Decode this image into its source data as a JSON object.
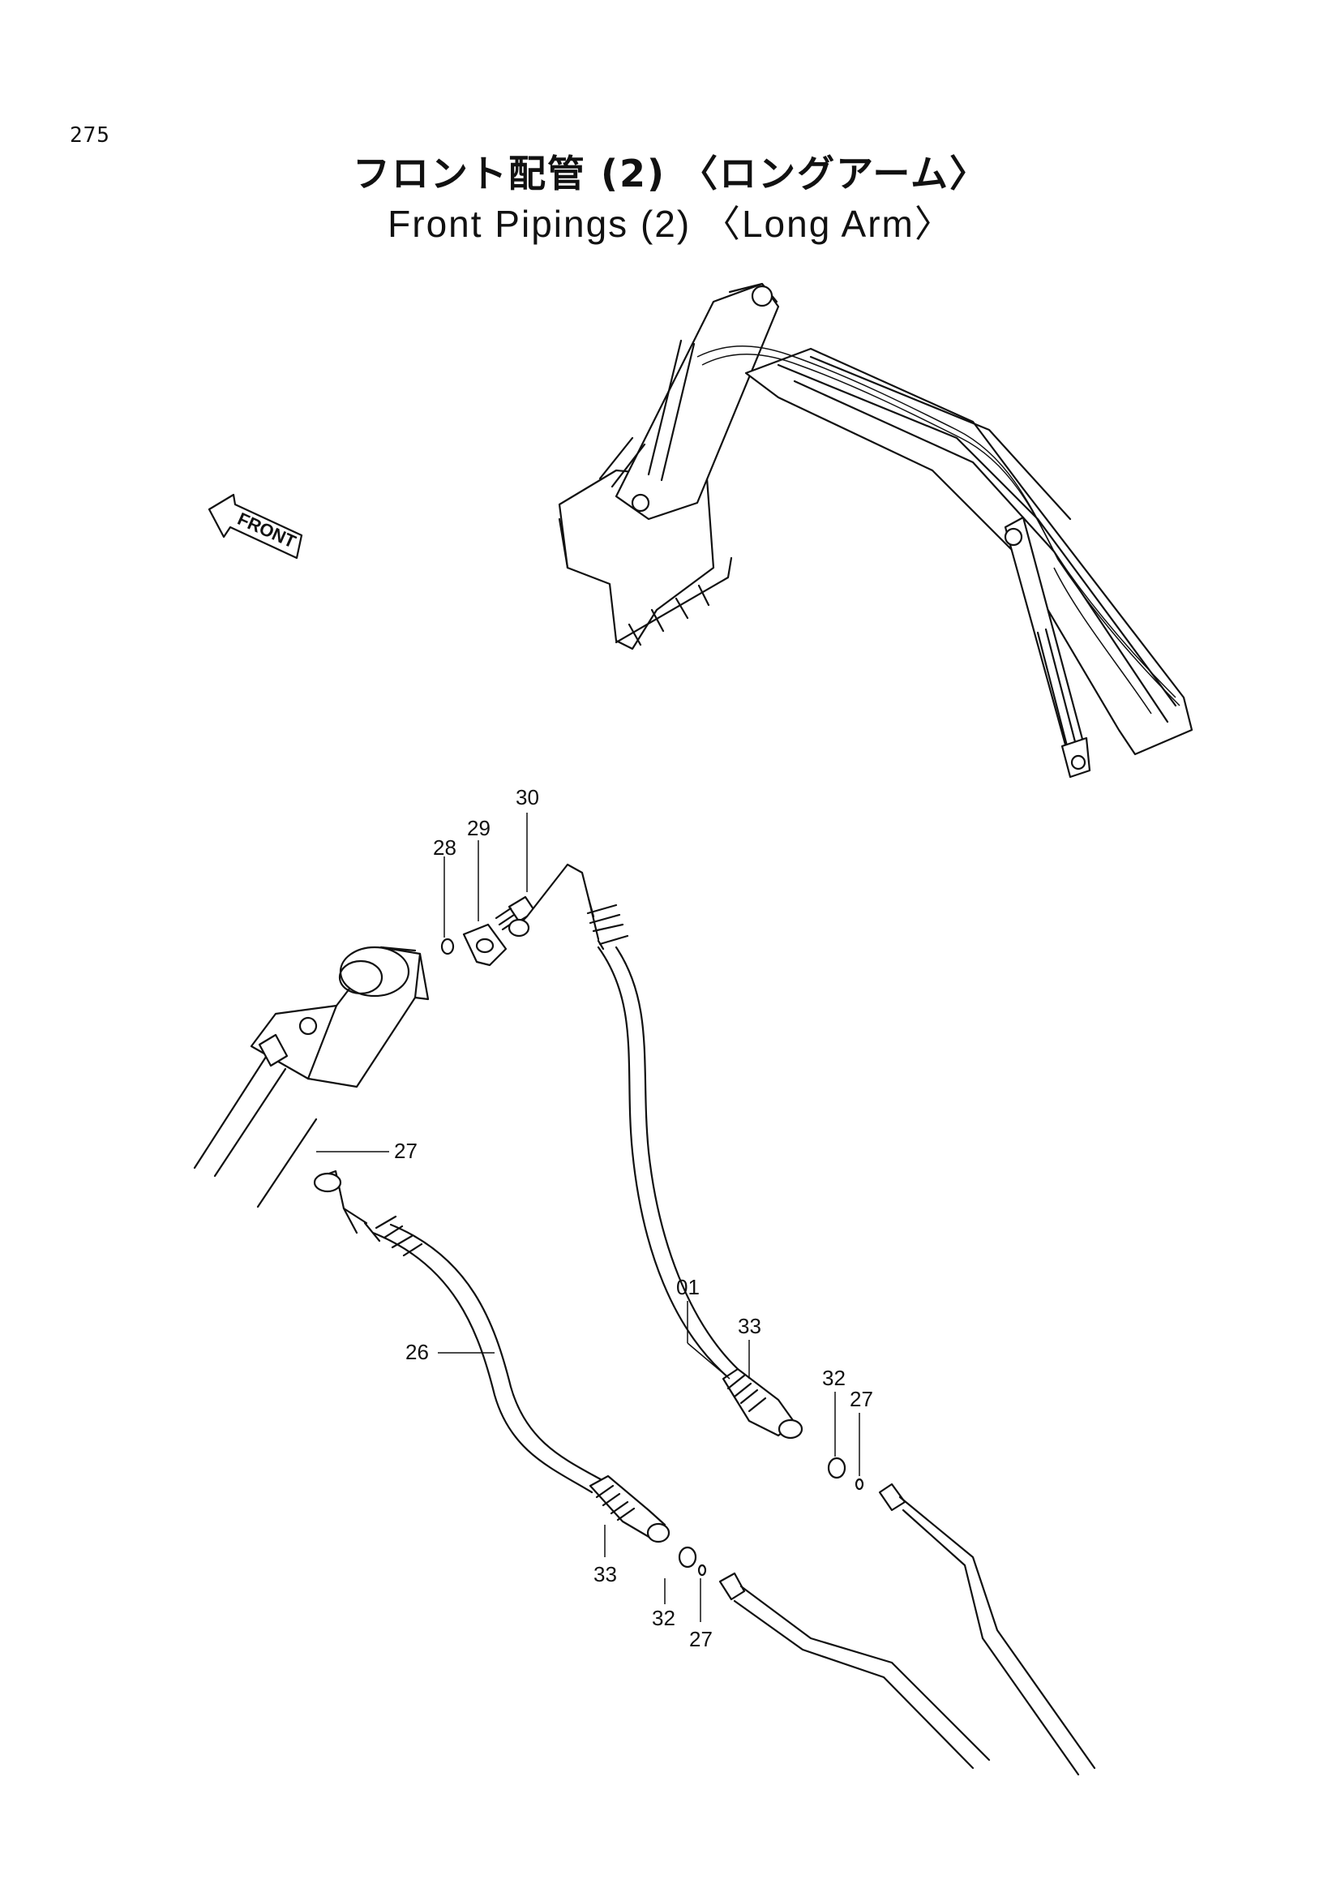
{
  "page_number": "275",
  "title_jp": "フロント配管 (2) 〈ロングアーム〉",
  "title_en": "Front Pipings (2) 〈Long Arm〉",
  "front_label": "FRONT",
  "callouts": {
    "c30": "30",
    "c29": "29",
    "c28": "28",
    "c27a": "27",
    "c01": "01",
    "c33a": "33",
    "c32a": "32",
    "c27b": "27",
    "c26": "26",
    "c33b": "33",
    "c32b": "32",
    "c27c": "27"
  }
}
